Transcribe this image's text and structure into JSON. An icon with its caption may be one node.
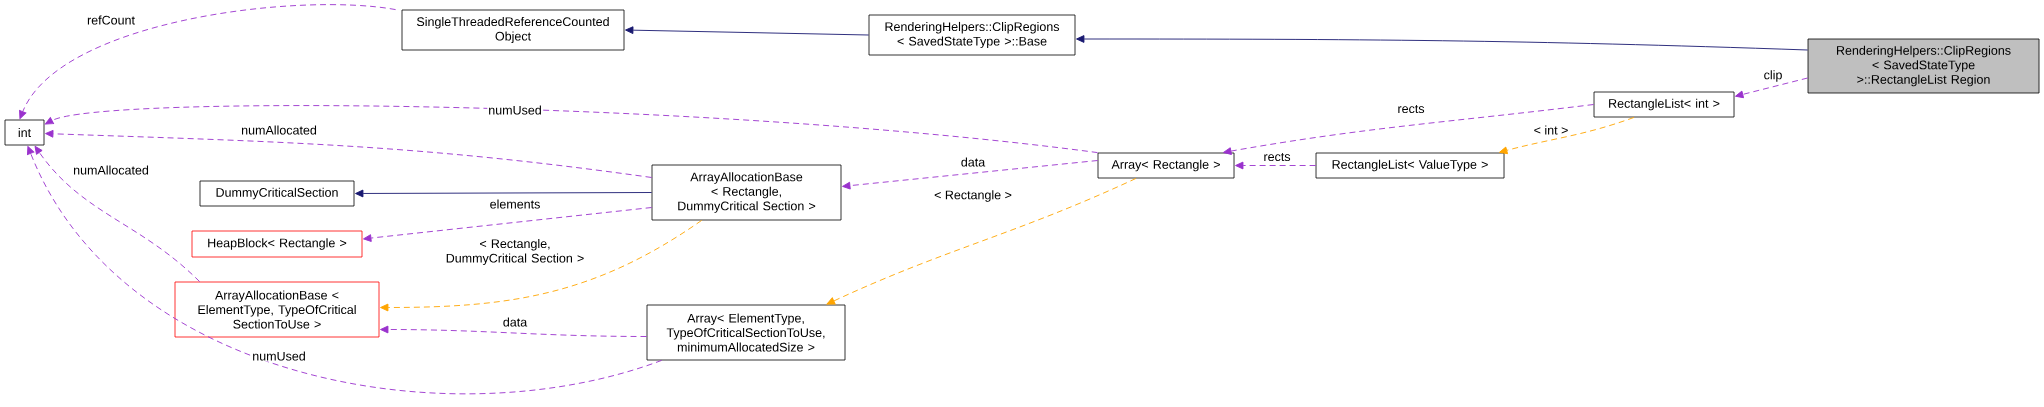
{
  "diagram": {
    "nodes": [
      {
        "text": [
          "RenderingHelpers::ClipRegions < SavedStateType >::RectangleList Region"
        ]
      },
      {
        "text": [
          "RenderingHelpers::ClipRegions < SavedStateType >::Base"
        ]
      },
      {
        "text": [
          "SingleThreadedReferenceCounted Object"
        ]
      },
      {
        "text": [
          "int"
        ]
      },
      {
        "text": [
          "RectangleList< int >"
        ]
      },
      {
        "text": [
          "RectangleList< ValueType >"
        ]
      },
      {
        "text": [
          "Array< Rectangle >"
        ]
      },
      {
        "text": [
          "ArrayAllocationBase < Rectangle, DummyCritical Section >"
        ]
      },
      {
        "text": [
          "DummyCriticalSection"
        ]
      },
      {
        "text": [
          "HeapBlock< Rectangle >"
        ]
      },
      {
        "text": [
          "ArrayAllocationBase < ElementType, TypeOfCritical SectionToUse >"
        ]
      },
      {
        "text": [
          "Array< ElementType, TypeOfCriticalSectionToUse, minimumAllocatedSize >"
        ]
      }
    ],
    "edges": [
      {
        "from": 0,
        "to": 1,
        "arrow": "to",
        "color": "#191970"
      },
      {
        "from": 1,
        "to": 2,
        "arrow": "to",
        "color": "#191970"
      },
      {
        "from": 0,
        "to": 4,
        "arrow": "to",
        "style": "dashed",
        "label": "clip"
      },
      {
        "from": 4,
        "to": 6,
        "arrow": "to",
        "style": "dashed",
        "label": "rects"
      },
      {
        "from": 5,
        "to": 6,
        "arrow": "to",
        "style": "dashed",
        "label": "rects"
      },
      {
        "from": 4,
        "to": 5,
        "arrow": "to",
        "style": "dashed",
        "color": "#ffa500",
        "label": "< int >"
      },
      {
        "from": 2,
        "to": 3,
        "arrow": "to",
        "style": "dashed",
        "label": "refCount"
      },
      {
        "from": 6,
        "to": 3,
        "arrow": "to",
        "style": "dashed",
        "label": "numUsed"
      },
      {
        "from": 6,
        "to": 7,
        "arrow": "to",
        "style": "dashed",
        "label": "data"
      },
      {
        "from": 7,
        "to": 3,
        "arrow": "to",
        "style": "dashed",
        "label": "numAllocated"
      },
      {
        "from": 7,
        "to": 8,
        "arrow": "to",
        "color": "#191970"
      },
      {
        "from": 7,
        "to": 9,
        "arrow": "to",
        "style": "dashed",
        "label": "elements"
      },
      {
        "from": 7,
        "to": 10,
        "arrow": "to",
        "style": "dashed",
        "color": "#ffa500",
        "label": "< Rectangle, DummyCritical Section >"
      },
      {
        "from": 6,
        "to": 11,
        "arrow": "to",
        "style": "dashed",
        "color": "#ffa500",
        "label": "< Rectangle >"
      },
      {
        "from": 11,
        "to": 10,
        "arrow": "to",
        "style": "dashed",
        "label": "data"
      },
      {
        "from": 10,
        "to": 3,
        "arrow": "to",
        "style": "dashed",
        "label": "numAllocated"
      },
      {
        "from": 11,
        "to": 3,
        "arrow": "to",
        "style": "dashed",
        "label": "numUsed"
      }
    ]
  }
}
